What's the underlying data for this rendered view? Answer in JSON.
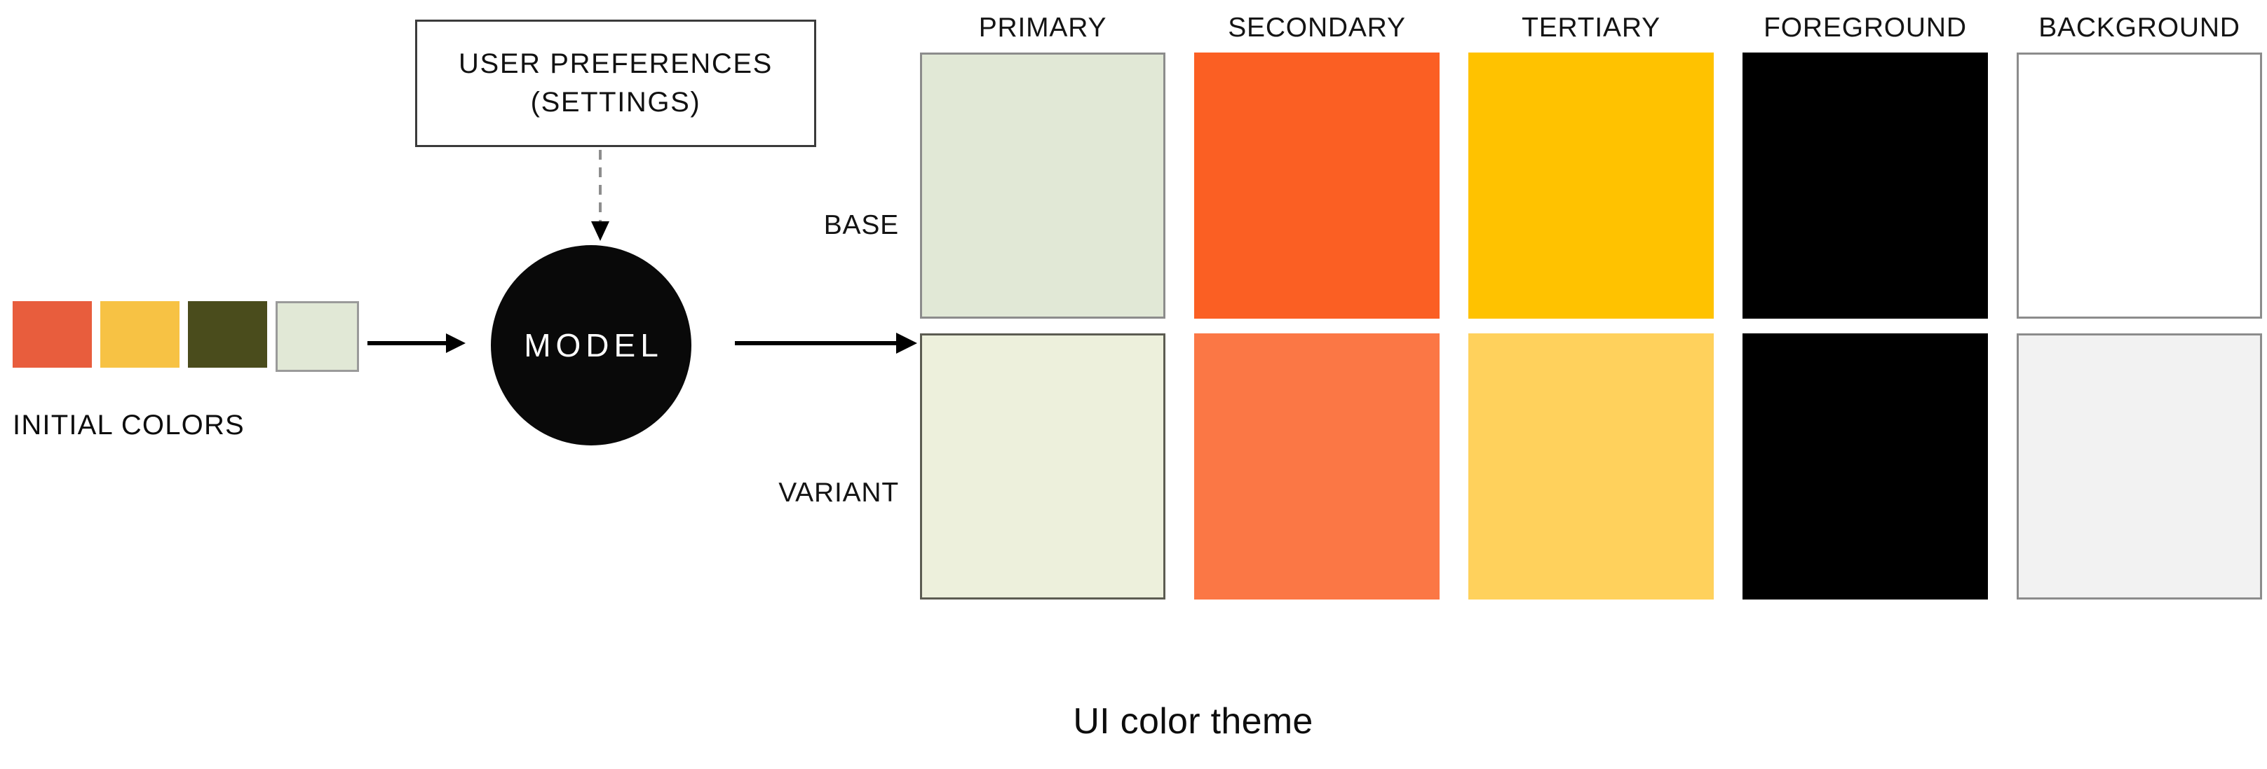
{
  "initial_colors": {
    "label": "INITIAL COLORS",
    "swatches": [
      {
        "name": "coral-red",
        "hex": "#E85D3D",
        "border": "none"
      },
      {
        "name": "golden-yellow",
        "hex": "#F7C244",
        "border": "none"
      },
      {
        "name": "olive-green",
        "hex": "#4A4C1C",
        "border": "none"
      },
      {
        "name": "pale-green",
        "hex": "#E1E8D6",
        "border": "#9a9a9a"
      }
    ]
  },
  "user_preferences": {
    "line1": "USER PREFERENCES",
    "line2": "(SETTINGS)"
  },
  "model": {
    "label": "MODEL",
    "fill": "#090909",
    "text_color": "#FFFFFF"
  },
  "arrows": {
    "colors_to_model": "solid-arrow-right",
    "prefs_to_model": "dashed-arrow-down",
    "model_to_palette": "solid-arrow-right"
  },
  "palette": {
    "caption": "UI color theme",
    "columns": [
      "PRIMARY",
      "SECONDARY",
      "TERTIARY",
      "FOREGROUND",
      "BACKGROUND"
    ],
    "row_labels": [
      "BASE",
      "VARIANT"
    ],
    "rows": [
      {
        "label": "BASE",
        "cells": [
          {
            "column": "PRIMARY",
            "hex": "#E1E8D6",
            "border": "#8c8c8c"
          },
          {
            "column": "SECONDARY",
            "hex": "#FB5F23",
            "border": "none"
          },
          {
            "column": "TERTIARY",
            "hex": "#FFC200",
            "border": "none"
          },
          {
            "column": "FOREGROUND",
            "hex": "#000000",
            "border": "none"
          },
          {
            "column": "BACKGROUND",
            "hex": "#FFFFFF",
            "border": "#8c8c8c"
          }
        ]
      },
      {
        "label": "VARIANT",
        "cells": [
          {
            "column": "PRIMARY",
            "hex": "#EDF0DC",
            "border": "#5c5c52"
          },
          {
            "column": "SECONDARY",
            "hex": "#FB7745",
            "border": "none"
          },
          {
            "column": "TERTIARY",
            "hex": "#FFD15C",
            "border": "none"
          },
          {
            "column": "FOREGROUND",
            "hex": "#000000",
            "border": "none"
          },
          {
            "column": "BACKGROUND",
            "hex": "#F2F2F2",
            "border": "#8c8c8c"
          }
        ]
      }
    ]
  }
}
